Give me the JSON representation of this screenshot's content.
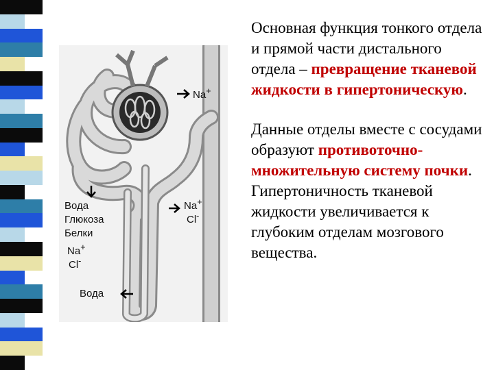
{
  "colors": {
    "highlight": "#c00000",
    "stripe": [
      "#0b0b0b",
      "#b8d8e8",
      "#1f55d8",
      "#2e7ea8",
      "#e9e3a8",
      "#0b0b0b",
      "#1f55d8",
      "#b8d8e8",
      "#2e7ea8",
      "#0b0b0b",
      "#1f55d8",
      "#e9e3a8",
      "#b8d8e8",
      "#0b0b0b",
      "#2e7ea8",
      "#1f55d8",
      "#b8d8e8",
      "#0b0b0b",
      "#e9e3a8",
      "#1f55d8",
      "#2e7ea8",
      "#0b0b0b",
      "#b8d8e8",
      "#1f55d8",
      "#e9e3a8",
      "#0b0b0b"
    ]
  },
  "diagram": {
    "labels": {
      "na_top": "Na",
      "na_top_sup": "+",
      "na_mid": "Na",
      "na_mid_sup": "+",
      "cl_mid": "Cl",
      "cl_mid_sup": "-",
      "voda1": "Вода",
      "glukoza": "Глюкоза",
      "belki": "Белки",
      "na_left": "Na",
      "na_left_sup": "+",
      "cl_left": "Cl",
      "cl_left_sup": "-",
      "voda2": "Вода"
    }
  },
  "text": {
    "p1_a": "Основная функция тонкого отдела и прямой части дистального отдела – ",
    "p1_hl": "превращение тканевой жидкости в гипертоническую",
    "p1_end": ".",
    "p2_a": "Данные отделы вместе с сосудами образуют ",
    "p2_hl": "противоточно-множительную систему почки",
    "p2_b": ". Гипертоничность тканевой жидкости увеличивается к глубоким отделам мозгового вещества."
  }
}
